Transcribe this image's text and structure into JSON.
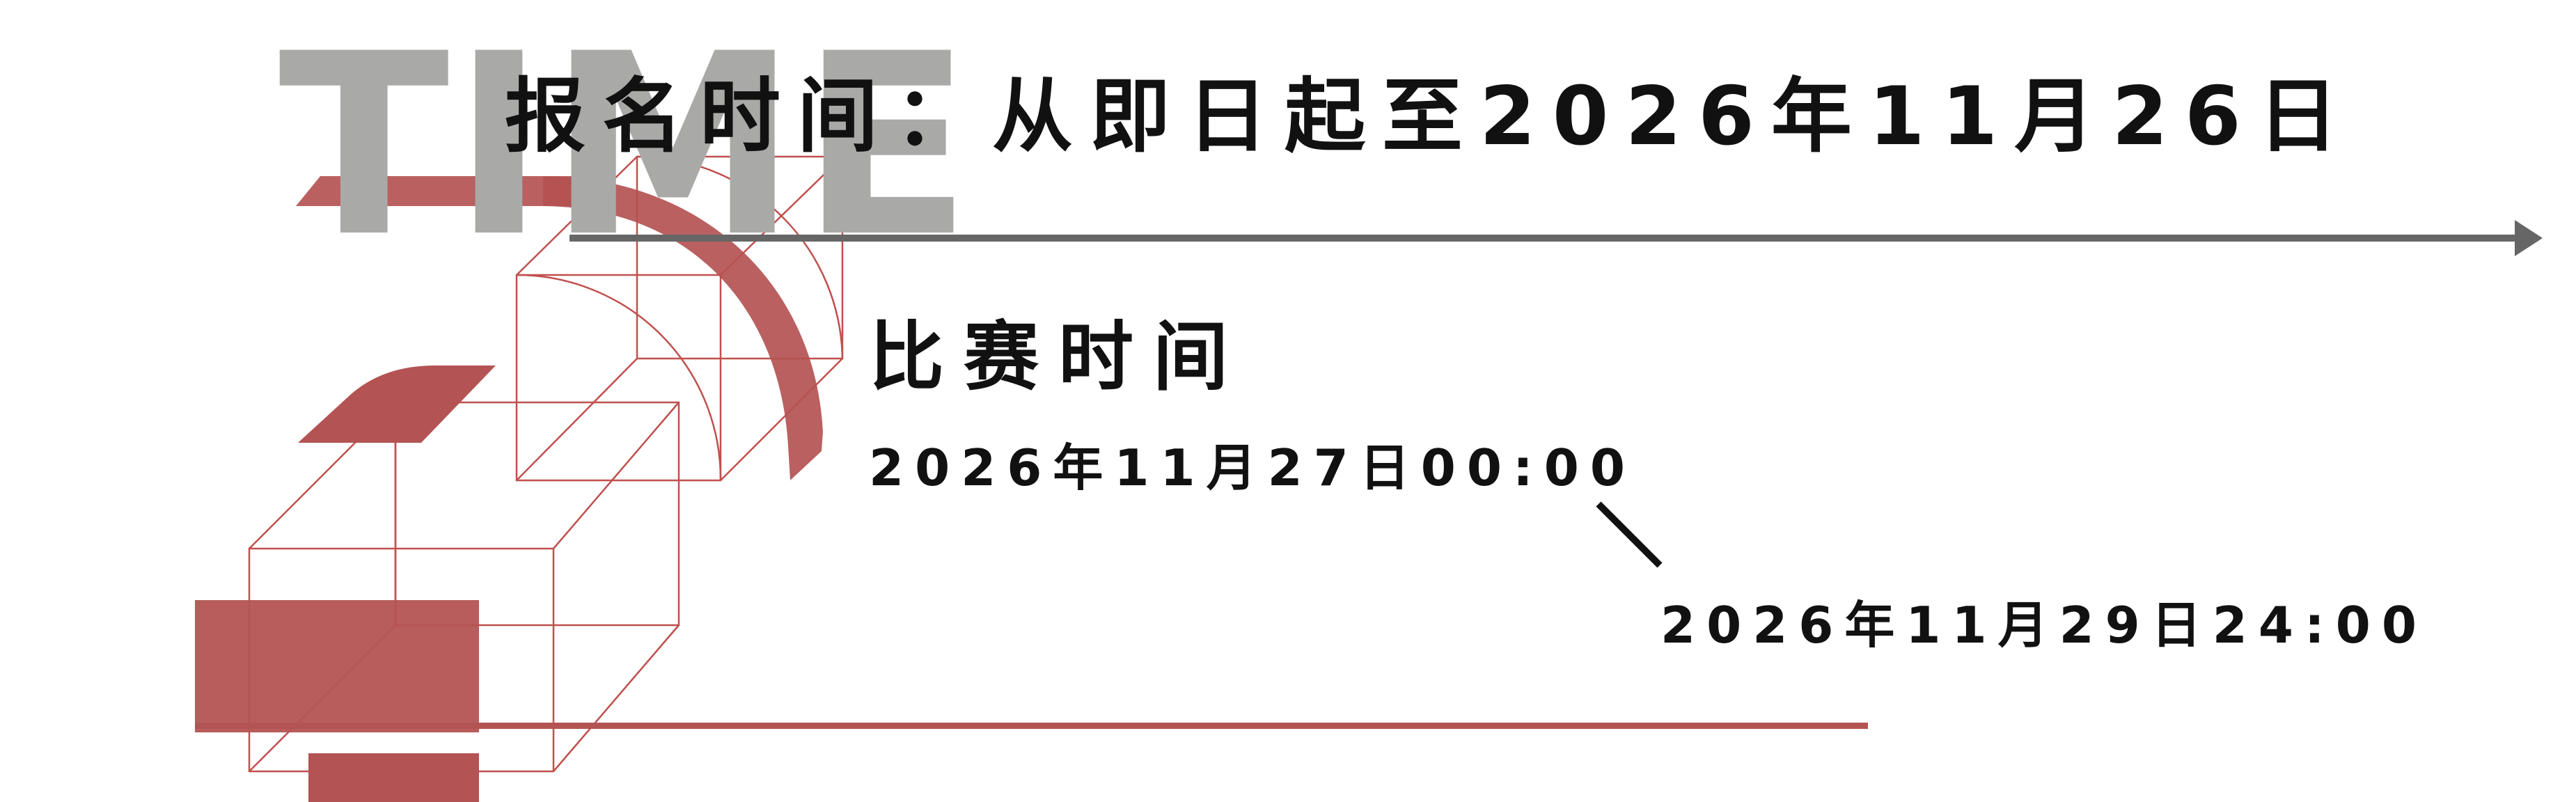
{
  "background_word": "TIME",
  "registration": {
    "text": "报名时间：从即日起至2026年11月26日"
  },
  "competition": {
    "title": "比赛时间",
    "start": "2026年11月27日00:00",
    "end": "2026年11月29日24:00"
  },
  "colors": {
    "accent_red": "#b45353",
    "outline_red": "#c0504d",
    "timeline_gray": "#666666",
    "watermark_gray": "#a9a9a8",
    "text": "#111111",
    "background": "#ffffff"
  }
}
